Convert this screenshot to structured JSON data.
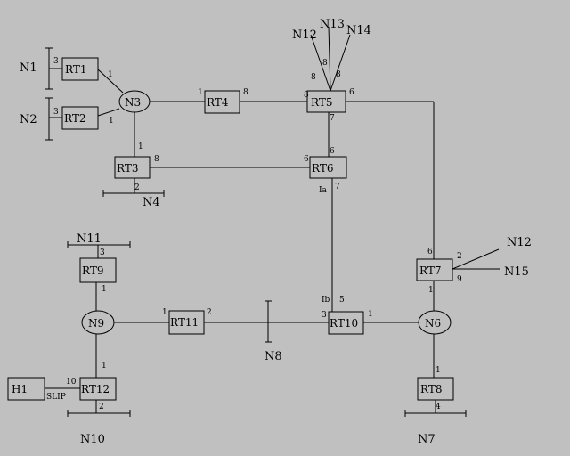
{
  "routers": {
    "rt1": "RT1",
    "rt2": "RT2",
    "rt3": "RT3",
    "rt4": "RT4",
    "rt5": "RT5",
    "rt6": "RT6",
    "rt7": "RT7",
    "rt8": "RT8",
    "rt9": "RT9",
    "rt10": "RT10",
    "rt11": "RT11",
    "rt12": "RT12"
  },
  "transit_networks": {
    "n3": "N3",
    "n6": "N6",
    "n9": "N9"
  },
  "host": "H1",
  "networks": {
    "n1": "N1",
    "n2": "N2",
    "n4": "N4",
    "n7": "N7",
    "n8": "N8",
    "n10": "N10",
    "n11": "N11",
    "n12_top": "N12",
    "n12_right": "N12",
    "n13": "N13",
    "n14": "N14",
    "n15": "N15"
  },
  "interface_labels": {
    "ia": "Ia",
    "ib": "Ib",
    "slip": "SLIP"
  },
  "costs": {
    "rt1_n1": "3",
    "rt1_n3": "1",
    "rt2_n2": "3",
    "rt2_n3": "1",
    "n3_rt4": "1",
    "rt4_rt5": "8",
    "rt5_rt4": "8",
    "rt5_n12": "8",
    "rt5_n13": "8",
    "rt5_n14": "8",
    "rt5_rt7": "6",
    "rt5_rt6": "7",
    "rt3_n3": "1",
    "rt3_rt6": "8",
    "rt3_n4": "2",
    "rt6_rt3": "6",
    "rt6_rt5": "6",
    "rt6_rt10": "7",
    "rt7_rt5": "6",
    "rt7_n12": "2",
    "rt7_n15": "9",
    "rt7_n6": "1",
    "rt9_n11": "3",
    "rt9_n9": "1",
    "rt11_n9": "1",
    "rt11_n8": "2",
    "rt10_n8": "3",
    "rt10_rt6": "5",
    "rt10_n6": "1",
    "rt12_n9": "1",
    "rt12_h1": "10",
    "rt12_n10": "2",
    "rt8_n6": "1",
    "rt8_n7": "4"
  }
}
